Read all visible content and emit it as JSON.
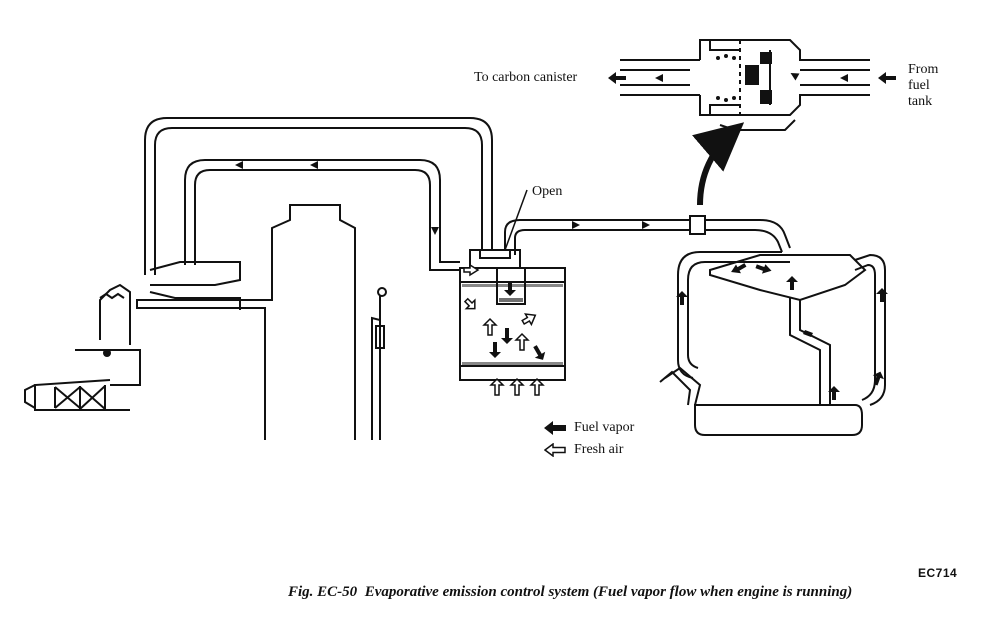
{
  "labels": {
    "to_carbon_canister": "To carbon canister",
    "from_fuel_tank": "From\nfuel\ntank",
    "open": "Open"
  },
  "legend": {
    "fuel_vapor": "Fuel vapor",
    "fresh_air": "Fresh air"
  },
  "figure": {
    "code": "EC714",
    "caption_prefix": "Fig. EC-50",
    "caption_text": "Evaporative emission control system (Fuel vapor flow when engine is running)"
  },
  "icons": {
    "fuel_vapor_arrow": "solid-arrow-icon",
    "fresh_air_arrow": "hollow-arrow-icon"
  },
  "colors": {
    "line": "#111111",
    "background": "#ffffff"
  }
}
